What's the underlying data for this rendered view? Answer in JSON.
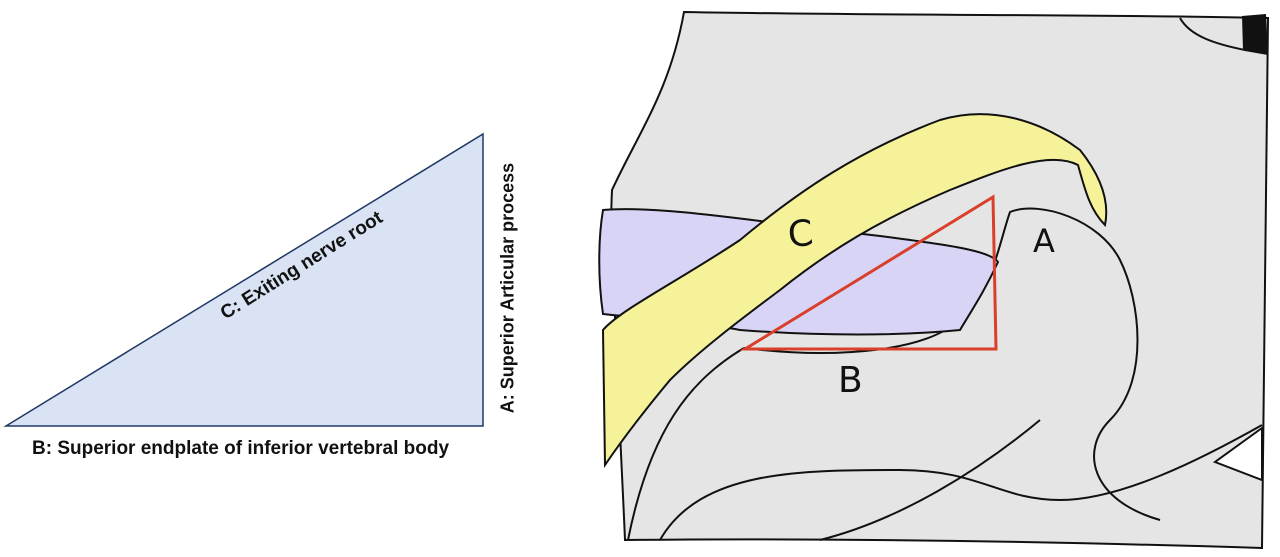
{
  "left_diagram": {
    "label_a": "A: Superior Articular process",
    "label_b": "B: Superior endplate of inferior vertebral body",
    "label_c": "C: Exiting nerve root",
    "fill_color": "#dae3f3",
    "stroke_color": "#1f3864"
  },
  "sketch": {
    "letter_a": "A",
    "letter_b": "B",
    "letter_c": "C",
    "colors": {
      "background": "#e5e5e5",
      "nerve_root": "#f5f29a",
      "disc": "#d8d4f6",
      "triangle": "#d9402b",
      "ink": "#111111"
    }
  }
}
